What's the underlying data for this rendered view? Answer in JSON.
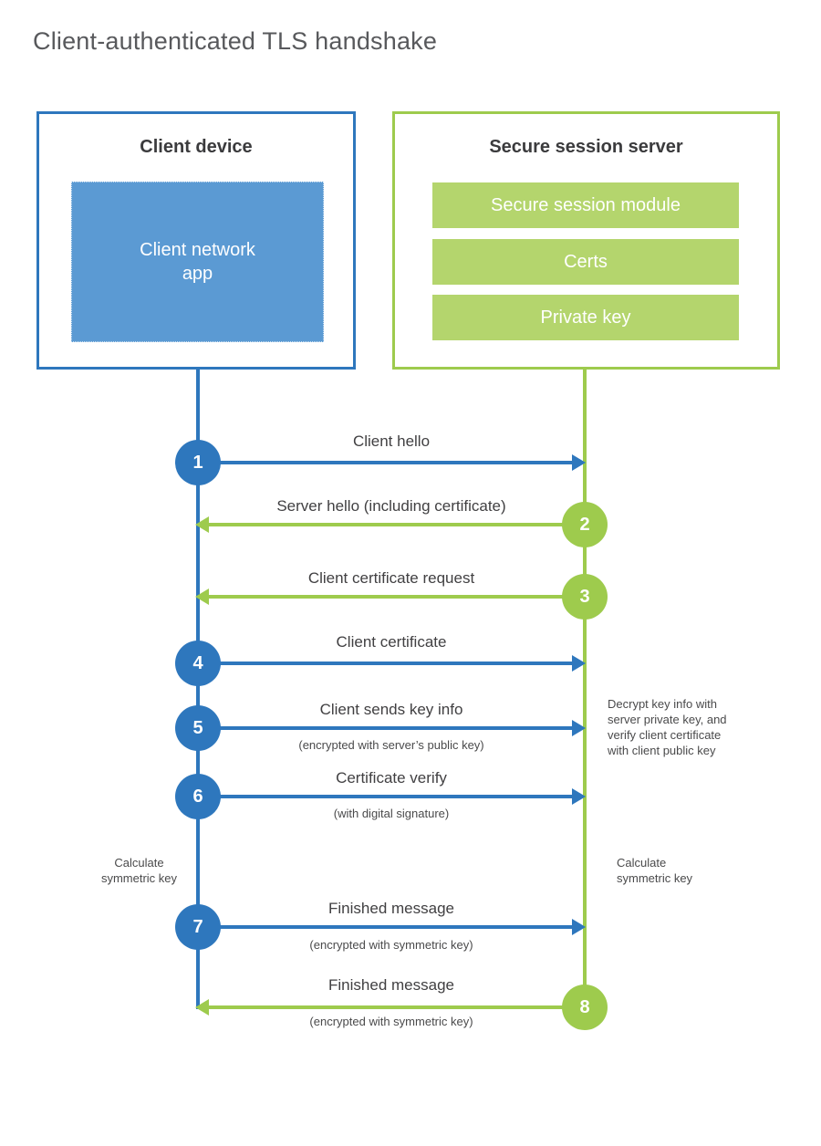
{
  "title": "Client-authenticated TLS handshake",
  "client": {
    "title": "Client device",
    "app_label": "Client network\napp"
  },
  "server": {
    "title": "Secure session server",
    "modules": [
      "Secure session module",
      "Certs",
      "Private key"
    ]
  },
  "steps": [
    {
      "number": "1",
      "label": "Client hello",
      "sublabel": "",
      "direction": "right"
    },
    {
      "number": "2",
      "label": "Server hello (including certificate)",
      "sublabel": "",
      "direction": "left"
    },
    {
      "number": "3",
      "label": "Client certificate request",
      "sublabel": "",
      "direction": "left"
    },
    {
      "number": "4",
      "label": "Client certificate",
      "sublabel": "",
      "direction": "right"
    },
    {
      "number": "5",
      "label": "Client sends key info",
      "sublabel": "(encrypted with server’s public key)",
      "direction": "right"
    },
    {
      "number": "6",
      "label": "Certificate verify",
      "sublabel": "(with digital signature)",
      "direction": "right"
    },
    {
      "number": "7",
      "label": "Finished message",
      "sublabel": "(encrypted with symmetric key)",
      "direction": "right"
    },
    {
      "number": "8",
      "label": "Finished message",
      "sublabel": "(encrypted with symmetric key)",
      "direction": "left"
    }
  ],
  "notes": {
    "decrypt": "Decrypt key info with\nserver private key, and\nverify client certificate\nwith client public key",
    "calc_left": "Calculate\nsymmetric key",
    "calc_right": "Calculate\nsymmetric key"
  },
  "colors": {
    "blue": "#2e77bd",
    "blue_fill": "#5b9ad3",
    "green": "#9ecb4d",
    "green_fill": "#b4d56d",
    "text": "#414042",
    "title_gray": "#58595c"
  }
}
